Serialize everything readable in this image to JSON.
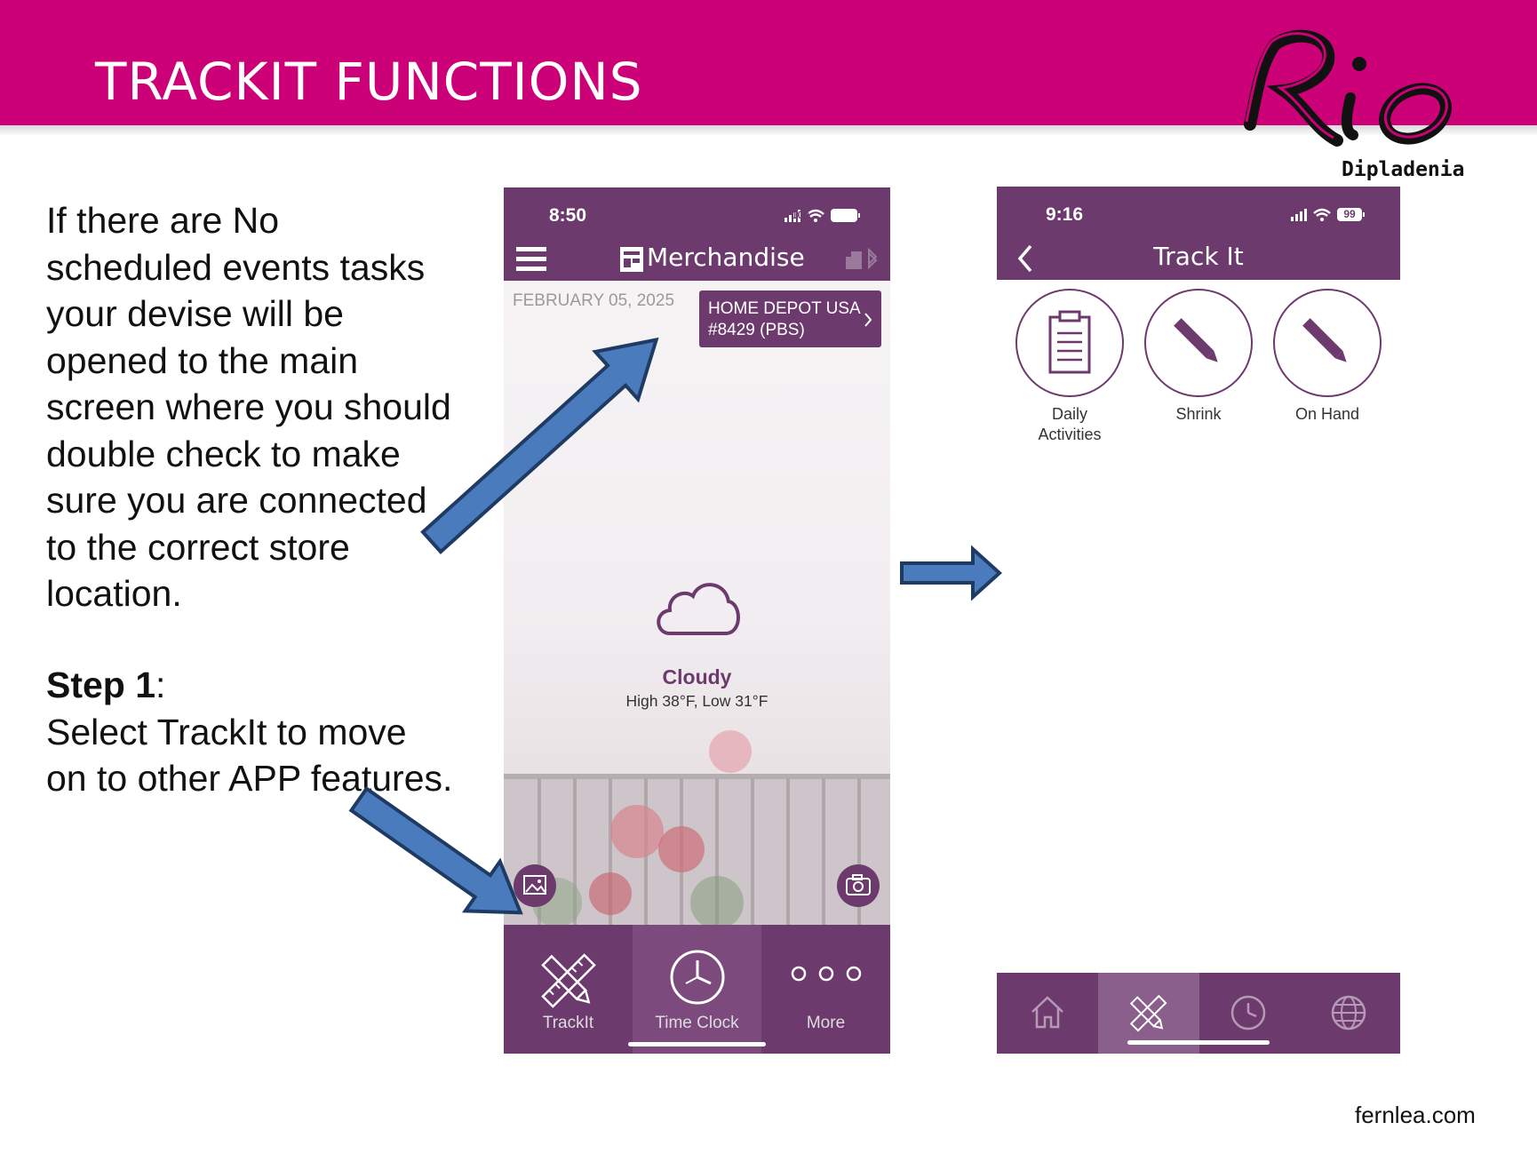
{
  "slide": {
    "title": "TRACKIT FUNCTIONS",
    "brand_logo_text": "Rio",
    "brand_sub": "Dipladenia",
    "footer": "fernlea.com",
    "intro_text": "If there are No scheduled events tasks your devise will be opened to the main screen where you should double check to make sure you are connected to the correct store location.",
    "step_label": "Step 1",
    "step_colon": ":",
    "step_text": "Select TrackIt to move on to other APP features."
  },
  "phone1": {
    "time": "8:50",
    "battery": "100",
    "title": "Merchandise",
    "date": "FEBRUARY 05, 2025",
    "store_line1": "HOME DEPOT USA",
    "store_line2": "#8429 (PBS)",
    "weather_condition": "Cloudy",
    "weather_temps": "High 38°F, Low 31°F",
    "tabs": [
      "TrackIt",
      "Time Clock",
      "More"
    ]
  },
  "phone2": {
    "time": "9:16",
    "battery": "99",
    "title": "Track It",
    "tiles": [
      {
        "line1": "Daily",
        "line2": "Activities"
      },
      {
        "line1": "Shrink",
        "line2": ""
      },
      {
        "line1": "On Hand",
        "line2": ""
      }
    ]
  },
  "colors": {
    "banner": "#cc0077",
    "app_purple": "#6d3a6e",
    "arrow_fill": "#4a7bbd",
    "arrow_stroke": "#1f3b63"
  }
}
